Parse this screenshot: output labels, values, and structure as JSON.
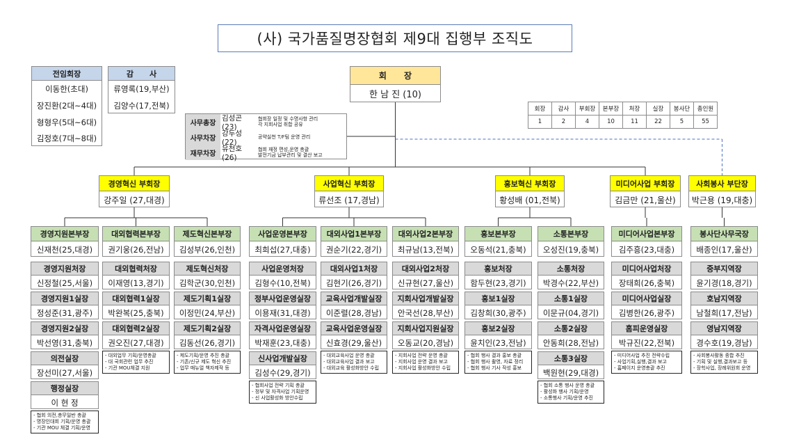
{
  "title": "(사) 국가품질명장협회 제9대 집행부 조직도",
  "former_presidents": {
    "header": "전임회장",
    "names": [
      "이동한(초대)",
      "장진환(2대~4대)",
      "형형우(5대~6대)",
      "김정호(7대~8대)"
    ]
  },
  "auditors": {
    "header": "감      사",
    "names": [
      "류영록(19,부산)",
      "김양수(17,전북)"
    ]
  },
  "president": {
    "header": "회      장",
    "name": "한 남 진 (10)"
  },
  "stats": {
    "headers": [
      "회장",
      "감사",
      "부회장",
      "본부장",
      "처장",
      "실장",
      "봉사단",
      "총인원"
    ],
    "values": [
      "1",
      "2",
      "4",
      "10",
      "11",
      "22",
      "5",
      "55"
    ]
  },
  "secretariat": [
    {
      "title": "사무총장",
      "name": "김성곤(23)",
      "duties": [
        "협회장 일정 및 수명사항 관리",
        "각 지회사업 취합 공유"
      ]
    },
    {
      "title": "사무차장",
      "name": "강두성(22)",
      "duties": [
        "공약실천 T/F팀 운영 관리"
      ]
    },
    {
      "title": "재무차장",
      "name": "유천호(26)",
      "duties": [
        "협회 재정 편성,운영 총괄",
        "발전기금 납부관리 및 결산 보고"
      ]
    }
  ],
  "vps": [
    {
      "title": "경영혁신 부회장",
      "name": "강주일 (27,대경)"
    },
    {
      "title": "사업혁신 부회장",
      "name": "류선조 (17,경남)"
    },
    {
      "title": "홍보혁신 부회장",
      "name": "황성배 (01,전북)"
    },
    {
      "title": "미디어사업 부회장",
      "name": "김금만 (21,울산)"
    },
    {
      "title": "사회봉사 부단장",
      "name": "박근용 (19,대충)"
    }
  ],
  "columns": [
    {
      "head": "경영지원본부장",
      "head_name": "신재천(25,대경)",
      "offices": [
        {
          "title": "경영지원처장",
          "name": "신정철(25,서울)"
        },
        {
          "title": "경영지원1실장",
          "name": "정성준(31,광주)"
        },
        {
          "title": "경영지원2실장",
          "name": "박선영(31,충북)"
        },
        {
          "title": "의전실장",
          "name": "장선미(27,서울)"
        },
        {
          "title": "행정실장",
          "name": "이 현 정"
        }
      ],
      "notes": [
        "- 협회 의전,총무일반 총괄",
        "- 명장인대회 기획/운영 총괄",
        "- 기관 MOU 체결 기획/운영"
      ]
    },
    {
      "head": "대외협력본부장",
      "head_name": "권기웅(26,전남)",
      "offices": [
        {
          "title": "대외협력처장",
          "name": "이재영(13,경기)"
        },
        {
          "title": "대외협력1실장",
          "name": "박완복(25,충북)"
        },
        {
          "title": "대외협력2실장",
          "name": "권오진(27,대경)"
        }
      ],
      "notes": [
        "- 대외업무 기획/운영총괄",
        "- 대 국회관련 업무 추진",
        "- 기관 MOU체결 지원"
      ]
    },
    {
      "head": "제도혁신본부장",
      "head_name": "김성부(26,인천)",
      "offices": [
        {
          "title": "제도혁신처장",
          "name": "김학군(30,인천)"
        },
        {
          "title": "제도기획1실장",
          "name": "이정민(24,부산)"
        },
        {
          "title": "제도기획2실장",
          "name": "김동선(26,경기)"
        }
      ],
      "notes": [
        "- 제도기획/운영 추진 총괄",
        "- 기존/신규 제도 혁신 추진",
        "- 업무 매뉴얼 책자제작 등"
      ]
    },
    {
      "head": "사업운영본부장",
      "head_name": "최희섭(27,대충)",
      "offices": [
        {
          "title": "사업운영처장",
          "name": "김형수(10,전북)"
        },
        {
          "title": "정부사업운영실장",
          "name": "이용재(31,대경)"
        },
        {
          "title": "자격사업운영실장",
          "name": "박재훈(23,대충)"
        },
        {
          "title": "신사업개발실장",
          "name": "김성수(29,경기)"
        }
      ],
      "notes": [
        "- 협회사업 전략 기획 총괄",
        "- 정부 및 자격사업 기획운영",
        "- 신 사업활성화 방안수립"
      ]
    },
    {
      "head": "대외사업1본부장",
      "head_name": "권순기(22,경기)",
      "offices": [
        {
          "title": "대외사업1처장",
          "name": "김현기(26,경기)"
        },
        {
          "title": "교육사업개발실장",
          "name": "이준렬(28,경남)"
        },
        {
          "title": "교육사업운영실장",
          "name": "신효경(29,울산)"
        }
      ],
      "notes": [
        "- 대외교육사업 운영 총괄",
        "- 대외교육사업 결과 보고",
        "- 대외교육 활성화방안 수립"
      ]
    },
    {
      "head": "대외사업2본부장",
      "head_name": "최규남(13,전북)",
      "offices": [
        {
          "title": "대외사업2처장",
          "name": "신규현(27,울산)"
        },
        {
          "title": "지회사업개발실장",
          "name": "안국선(28,부산)"
        },
        {
          "title": "지회사업지원실장",
          "name": "오동교(20,경남)"
        }
      ],
      "notes": [
        "- 지회사업 전략 운영 총괄",
        "- 지회사업 운영 결과 보고",
        "- 지회사업 활성화방안 수립"
      ]
    },
    {
      "head": "홍보본부장",
      "head_name": "오동석(21,충북)",
      "offices": [
        {
          "title": "홍보처장",
          "name": "함두현(23,경기)"
        },
        {
          "title": "홍보1실장",
          "name": "김창희(30,광주)"
        },
        {
          "title": "홍보2실장",
          "name": "윤치인(23,전남)"
        }
      ],
      "notes": [
        "- 협회 행사 결과 홍보 총괄",
        "- 협회 행사 촬영, 자료 정리",
        "- 협회 행사 기사 작성 홍보"
      ]
    },
    {
      "head": "소통본부장",
      "head_name": "오성진(19,충북)",
      "offices": [
        {
          "title": "소통처장",
          "name": "박경수(22,부산)"
        },
        {
          "title": "소통1실장",
          "name": "이문규(04,경기)"
        },
        {
          "title": "소통2실장",
          "name": "안동희(28,전남)"
        },
        {
          "title": "소통3실장",
          "name": "백원현(29,대경)"
        }
      ],
      "notes": [
        "- 협회 소통 행사 운영 총괄",
        "- 활성화 행사 기획/운영",
        "- 소통행사 기획/운영 추진"
      ]
    },
    {
      "head": "미디어사업본부장",
      "head_name": "김주흥(23,대충)",
      "offices": [
        {
          "title": "미디어사업처장",
          "name": "장태희(26,충북)"
        },
        {
          "title": "미디어사업실장",
          "name": "김병한(26,광주)"
        },
        {
          "title": "홈피운영실장",
          "name": "박규진(22,전북)"
        }
      ],
      "notes": [
        "- 미디어사업 추진 전략수립",
        "- 사업기획,실행,결과 보고",
        "- 홈페이지 운영총괄 추진"
      ]
    },
    {
      "head": "봉사단사무국장",
      "head_name": "배종인(17,울산)",
      "offices": [
        {
          "title": "중부지역장",
          "name": "윤기경(18,경기)"
        },
        {
          "title": "호남지역장",
          "name": "남철희(17,전남)"
        },
        {
          "title": "영남지역장",
          "name": "경수호(19,경남)"
        }
      ],
      "notes": [
        "- 사회봉사활동 종합 추진",
        "- 기획 및 실행,결과보고 등",
        "- 장학사업, 장례위원회 운영"
      ]
    }
  ],
  "colors": {
    "vp": "#ffff00",
    "president": "#ffe699",
    "header_blue": "#c5d5ea",
    "division": "#c6e0b4",
    "office": "#d9d9d9",
    "title_border": "#5b7bb5"
  }
}
